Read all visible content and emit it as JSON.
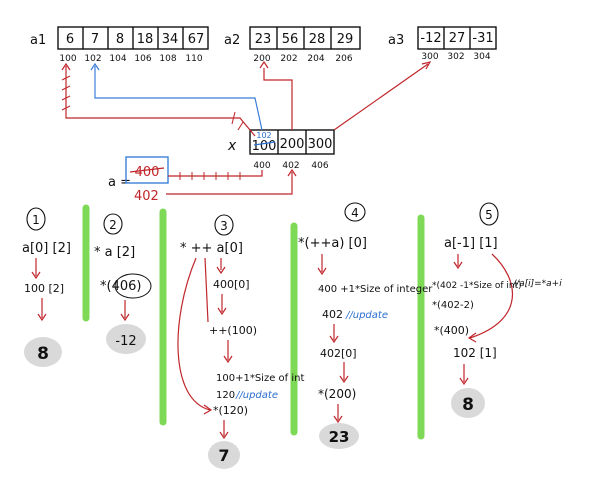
{
  "arrays": {
    "a1": {
      "label": "a1",
      "values": [
        "6",
        "7",
        "8",
        "18",
        "34",
        "67"
      ],
      "addrs": [
        "100",
        "102",
        "104",
        "106",
        "108",
        "110"
      ]
    },
    "a2": {
      "label": "a2",
      "values": [
        "23",
        "56",
        "28",
        "29"
      ],
      "addrs": [
        "200",
        "202",
        "204",
        "206"
      ]
    },
    "a3": {
      "label": "a3",
      "values": [
        "-12",
        "27",
        "-31"
      ],
      "addrs": [
        "300",
        "302",
        "304"
      ]
    },
    "x": {
      "label": "x",
      "values": [
        "100",
        "200",
        "300"
      ],
      "addrs": [
        "400",
        "402",
        "406"
      ],
      "first_overwrite": "102"
    }
  },
  "pointer_a": {
    "label": "a =",
    "value": "400",
    "new_value": "402"
  },
  "steps": [
    {
      "num": "1",
      "expr": "a[0] [2]",
      "line2": "100 [2]",
      "result": "8"
    },
    {
      "num": "2",
      "expr": "* a [2]",
      "line2": "*(406)",
      "result": "-12"
    },
    {
      "num": "3",
      "expr": "* ++ a[0]",
      "line2": "400[0]",
      "line3": "++(100)",
      "line4": "100+1*Size of int",
      "line5": "120",
      "note": "//update",
      "line6": "*(120)",
      "result": "7"
    },
    {
      "num": "4",
      "expr": "*(++a) [0]",
      "line2": "400 +1*Size of integer",
      "line3": "402",
      "note": "//update",
      "line4": "402[0]",
      "line5": "*(200)",
      "result": "23"
    },
    {
      "num": "5",
      "expr": "a[-1] [1]",
      "line2": "*(402 -1*Size of int)",
      "line3": "*(402-2)",
      "line4": "*(400)",
      "line5": "102 [1]",
      "side_note": "//a[i]=*a+i",
      "result": "8"
    }
  ]
}
